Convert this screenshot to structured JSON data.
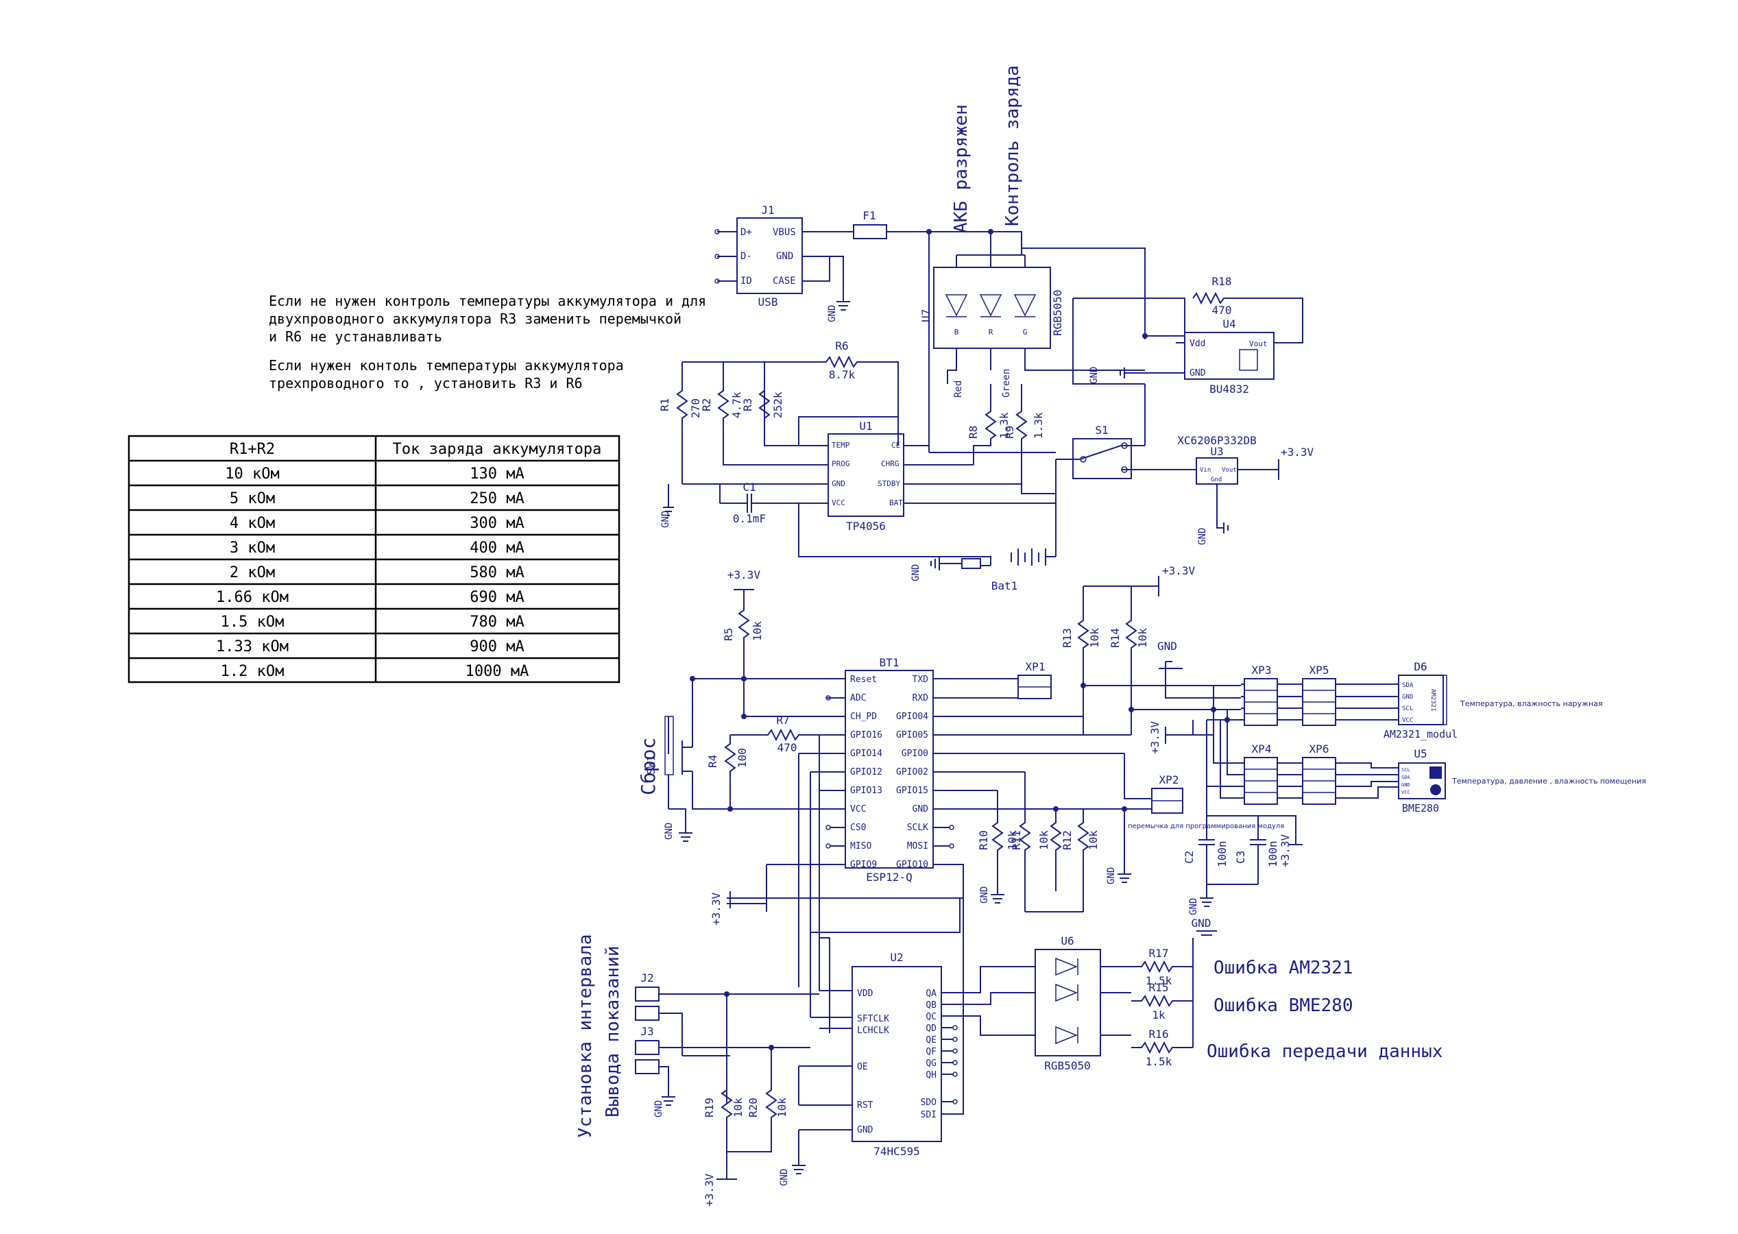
{
  "notes": {
    "line1": "Если не нужен контроль температуры аккумулятора и для",
    "line2": "двухпроводного аккумулятора R3 заменить перемычкой",
    "line3": "и   R6 не устанавливать",
    "line4": "Если нужен контоль температуры аккумулятора",
    "line5": "трехпроводного то , установить R3 и R6"
  },
  "table": {
    "headers": [
      "R1+R2",
      "Ток заряда аккумулятора"
    ],
    "rows": [
      [
        "10 кОм",
        "130 мА"
      ],
      [
        "5 кОм",
        "250 мА"
      ],
      [
        "4 кОм",
        "300 мА"
      ],
      [
        "3 кОм",
        "400 мА"
      ],
      [
        "2 кОм",
        "580 мА"
      ],
      [
        "1.66 кОм",
        "690 мА"
      ],
      [
        "1.5 кОм",
        "780 мА"
      ],
      [
        "1.33 кОм",
        "900 мА"
      ],
      [
        "1.2 кОм",
        "1000 мА"
      ]
    ]
  },
  "labels": {
    "akb": "АКБ разряжен",
    "charge": "Контроль заряда",
    "reset": "Сброс",
    "interval1": "Установка интервала",
    "interval2": "Вывода показаний",
    "err1": "Ошибка AM2321",
    "err2": "Ошибка BME280",
    "err3": "Ошибка передачи данных",
    "outdoor": "Температура, влажность наружная",
    "indoor": "Температура, давление , влажность помещения",
    "prog": "перемычка для программирования модуля",
    "red": "Red",
    "green": "Green"
  },
  "components": {
    "j1": {
      "ref": "J1",
      "name": "USB",
      "pins": [
        "D+",
        "D-",
        "ID",
        "VBUS",
        "GND",
        "CASE"
      ]
    },
    "f1": "F1",
    "u7": {
      "ref": "U7",
      "name": "RGB5050",
      "pins": [
        "B",
        "R",
        "G"
      ]
    },
    "u4": {
      "ref": "U4",
      "name": "BU4832",
      "pins": [
        "Vdd",
        "GND",
        "Vout"
      ]
    },
    "r18": {
      "ref": "R18",
      "val": "470"
    },
    "u1": {
      "ref": "U1",
      "name": "TP4056",
      "pins": [
        "TEMP",
        "PROG",
        "GND",
        "VCC",
        "CE",
        "CHRG",
        "STDBY",
        "BAT"
      ]
    },
    "r1": {
      "ref": "R1",
      "val": "270"
    },
    "r2": {
      "ref": "R2",
      "val": "4.7k"
    },
    "r3": {
      "ref": "R3",
      "val": "252k"
    },
    "r6": {
      "ref": "R6",
      "val": "8.7k"
    },
    "r8": {
      "ref": "R8",
      "val": "1.3k"
    },
    "r9": {
      "ref": "R9",
      "val": "1.3k"
    },
    "c1": {
      "ref": "C1",
      "val": "0.1mF"
    },
    "s1": "S1",
    "u3": {
      "ref": "U3",
      "name": "XC6206P332DB",
      "pins": [
        "Vin",
        "Vout",
        "Gnd"
      ]
    },
    "bat1": "Bat1",
    "bt1": {
      "ref": "BT1",
      "name": "ESP12-Q",
      "left": [
        "Reset",
        "ADC",
        "CH_PD",
        "GPIO16",
        "GPIO14",
        "GPIO12",
        "GPIO13",
        "VCC",
        "CS0",
        "MISO",
        "GPIO9"
      ],
      "right": [
        "TXD",
        "RXD",
        "GPIO04",
        "GPIO05",
        "GPIO0",
        "GPIO02",
        "GPIO15",
        "GND",
        "SCLK",
        "MOSI",
        "GPIO10"
      ]
    },
    "r5": {
      "ref": "R5",
      "val": "10k"
    },
    "r7": {
      "ref": "R7",
      "val": "470"
    },
    "r4": {
      "ref": "R4",
      "val": "100"
    },
    "sw1": "SW1",
    "xp1": "XP1",
    "xp2": "XP2",
    "r10": {
      "ref": "R10",
      "val": "10k"
    },
    "r11": {
      "ref": "R11",
      "val": "10k"
    },
    "r12": {
      "ref": "R12",
      "val": "10k"
    },
    "r13": {
      "ref": "R13",
      "val": "10k"
    },
    "r14": {
      "ref": "R14",
      "val": "10k"
    },
    "xp3": "XP3",
    "xp4": "XP4",
    "xp5": "XP5",
    "xp6": "XP6",
    "d6": {
      "ref": "D6",
      "name": "AM2321_modul",
      "pins": [
        "SDA",
        "GND",
        "SCL",
        "VCC"
      ],
      "chip": "AM2321"
    },
    "u5": {
      "ref": "U5",
      "name": "BME280",
      "pins": [
        "SCL",
        "SDA",
        "GND",
        "VCC"
      ]
    },
    "c2": {
      "ref": "C2",
      "val": "100n"
    },
    "c3": {
      "ref": "C3",
      "val": "100n"
    },
    "u2": {
      "ref": "U2",
      "name": "74HC595",
      "left": [
        "VDD",
        "SFTCLK",
        "LCHCLK",
        "OE",
        "RST",
        "GND"
      ],
      "right": [
        "QA",
        "QB",
        "QC",
        "QD",
        "QE",
        "QF",
        "QG",
        "QH",
        "SDO",
        "SDI"
      ]
    },
    "u6": {
      "ref": "U6",
      "name": "RGB5050"
    },
    "r15": {
      "ref": "R15",
      "val": "1k"
    },
    "r16": {
      "ref": "R16",
      "val": "1.5k"
    },
    "r17": {
      "ref": "R17",
      "val": "1.5k"
    },
    "r19": {
      "ref": "R19",
      "val": "10k"
    },
    "r20": {
      "ref": "R20",
      "val": "10k"
    },
    "j2": "J2",
    "j3": "J3"
  },
  "power": {
    "gnd": "GND",
    "v33": "+3.3V"
  }
}
